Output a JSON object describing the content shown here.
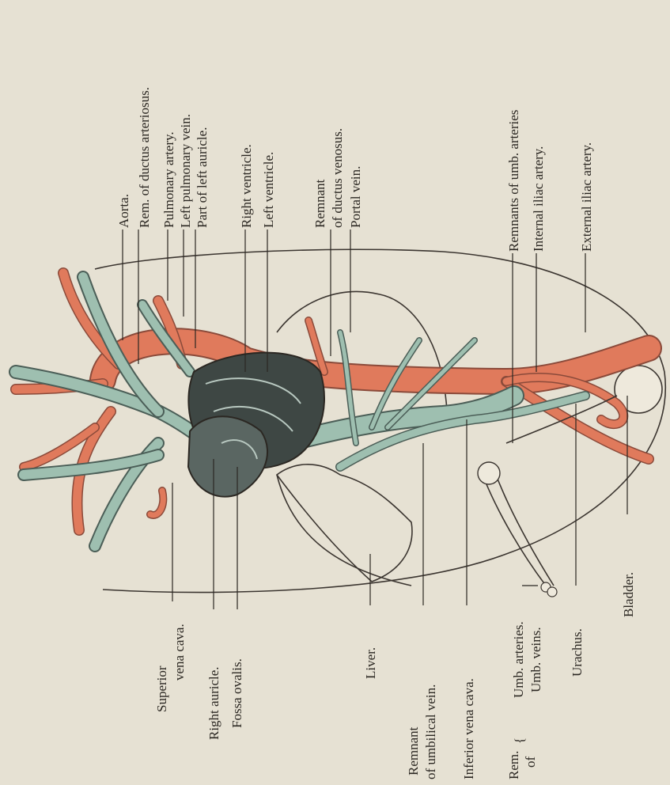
{
  "figure": {
    "top_labels": [
      "Aorta.",
      "Rem. of ductus arteriosus.",
      "Pulmonary artery.",
      "Left pulmonary vein.",
      "Part of left auricle.",
      "Right ventricle.",
      "Left ventricle.",
      "Remnant",
      "of ductus venosus.",
      "Portal vein.",
      "Remnants of umb. arteries",
      "Internal iliac artery.",
      "External iliac artery."
    ],
    "bottom_labels": [
      "Superior",
      "vena cava.",
      "Right auricle.",
      "Fossa ovalis.",
      "Liver.",
      "Remnant",
      "of umbilical vein.",
      "Inferior vena cava.",
      "Rem.",
      "of",
      "Umb. arteries.",
      "Umb. veins.",
      "Urachus.",
      "Bladder."
    ]
  },
  "colors": {
    "artery": "#e07a5c",
    "vein": "#9ebfb0",
    "heart": "#3e4744",
    "paper": "#e6e1d3",
    "ink": "#2b2722"
  }
}
